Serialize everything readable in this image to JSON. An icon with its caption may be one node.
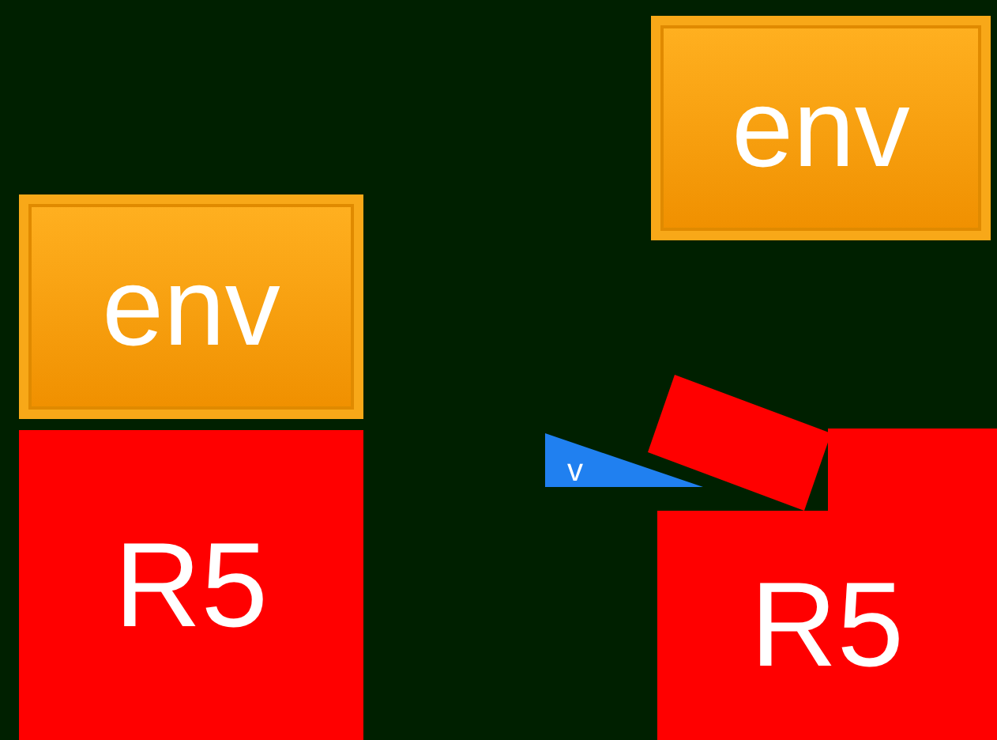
{
  "diagram": {
    "nodes": [
      {
        "text": [
          "env"
        ]
      },
      {
        "text": [
          "R5"
        ]
      },
      {
        "text": [
          "env"
        ]
      },
      {
        "text": [
          "R5"
        ]
      },
      {
        "text": [
          "v"
        ]
      },
      {
        "text": [],
        "shape": "box"
      }
    ]
  }
}
